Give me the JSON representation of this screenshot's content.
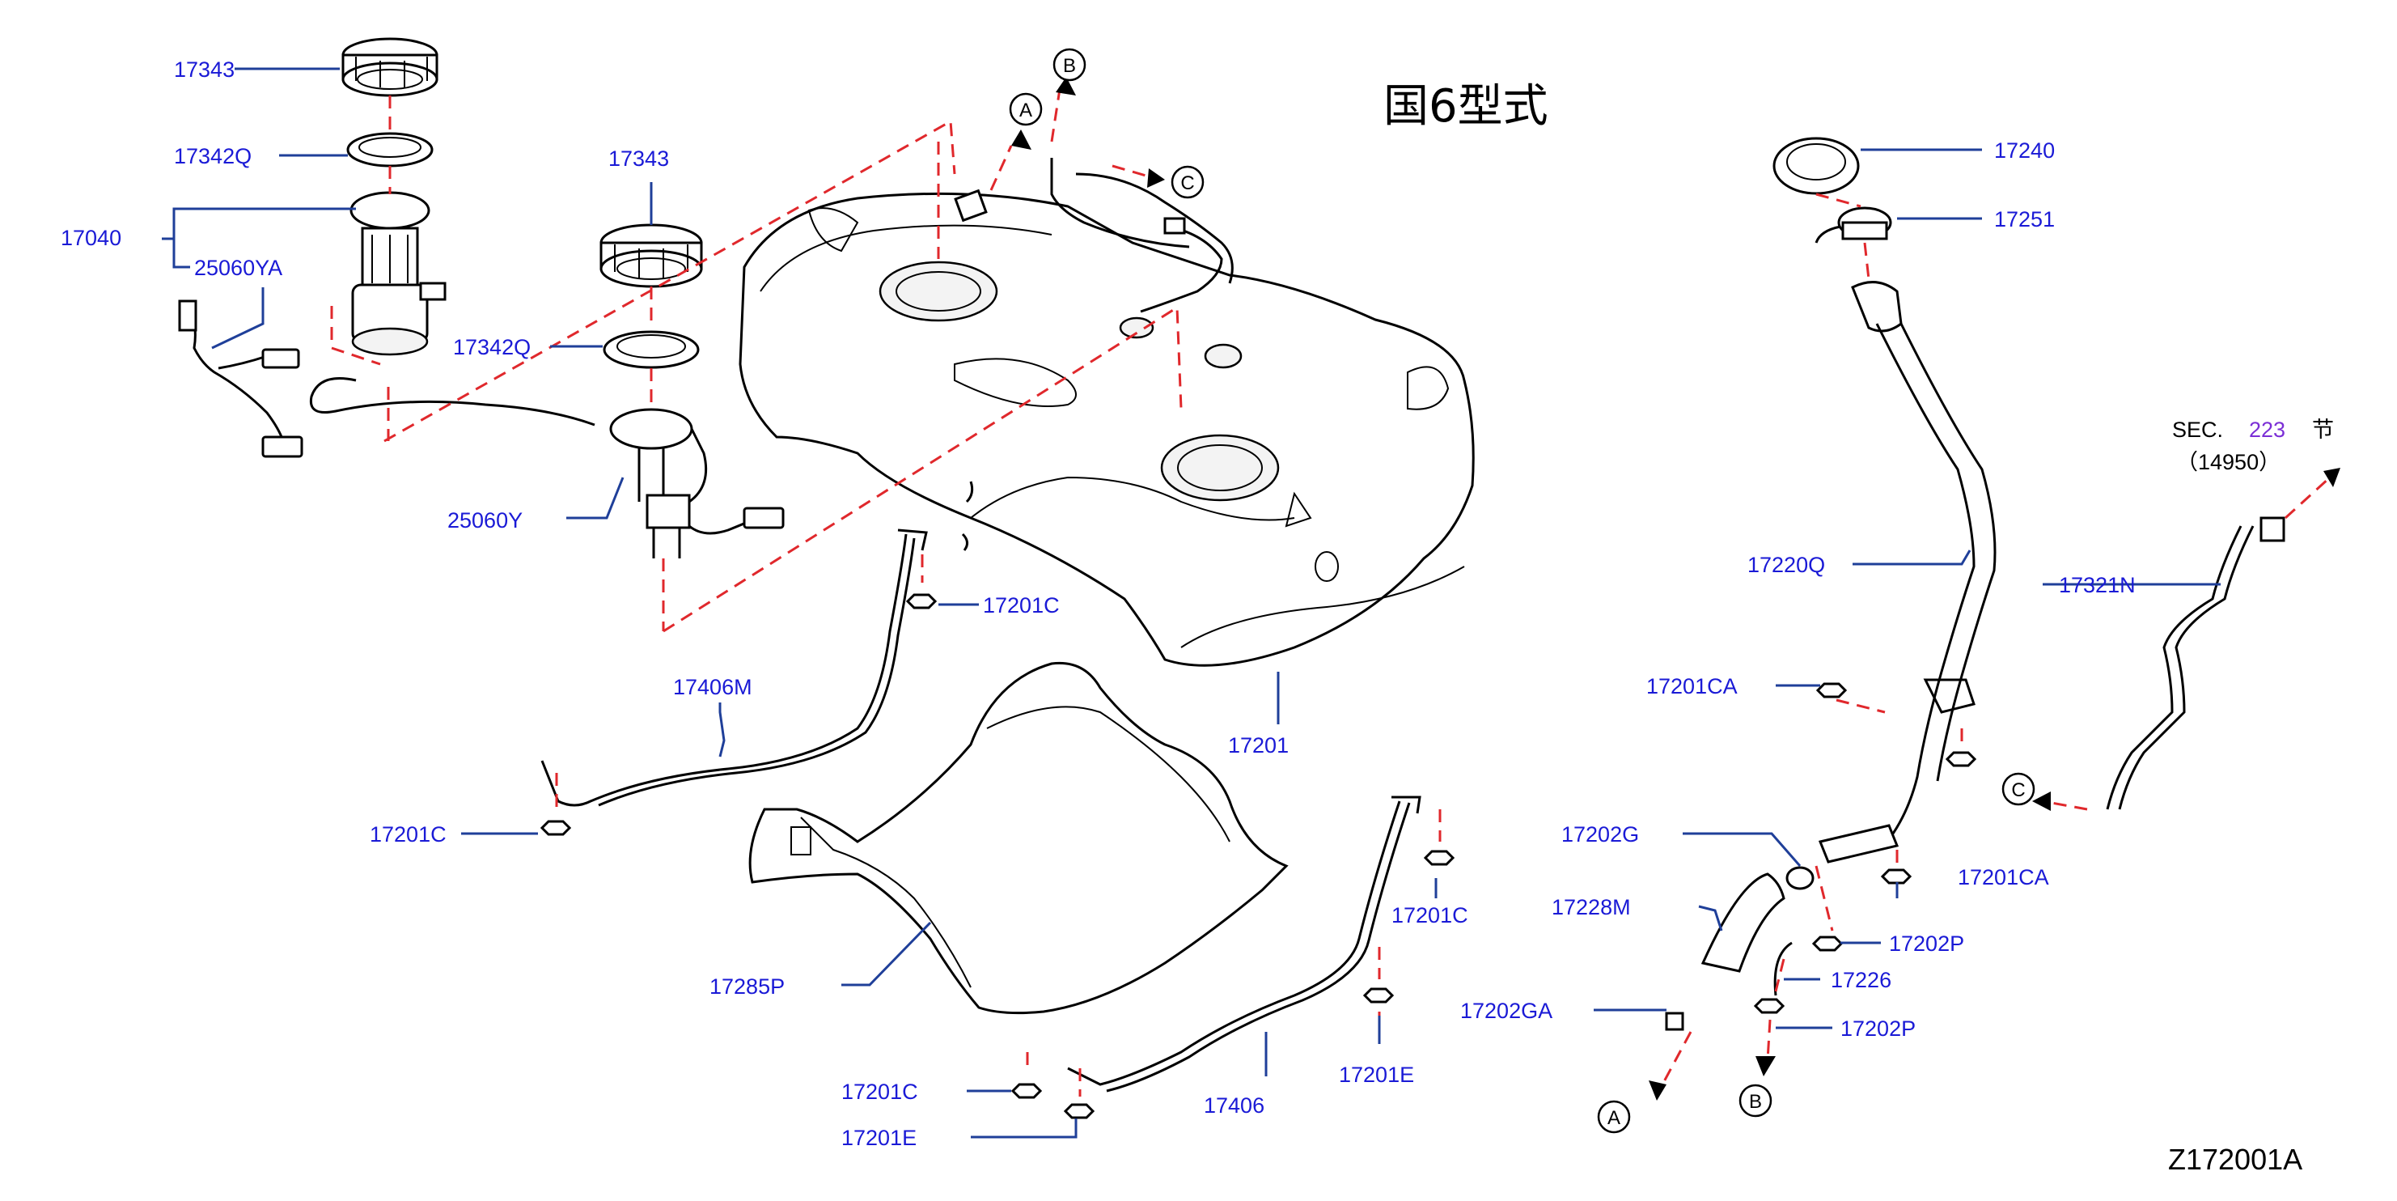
{
  "heading": "国6型式",
  "drawing_code": "Z172001A",
  "section_ref": {
    "prefix": "SEC.",
    "number": "223",
    "suffix": "节",
    "sub": "（14950）"
  },
  "colors": {
    "label": "#1a1ad6",
    "leader": "#1f3f99",
    "dashed_guide": "#e0282c",
    "section_number": "#7b2fd6"
  },
  "connectors": [
    "A",
    "B",
    "C"
  ],
  "part_labels": {
    "p17343_top": "17343",
    "p17342Q_top": "17342Q",
    "p17040": "17040",
    "p25060YA": "25060YA",
    "p17343_mid": "17343",
    "p17342Q_mid": "17342Q",
    "p25060Y": "25060Y",
    "p17201C_1": "17201C",
    "p17406M": "17406M",
    "p17201C_2": "17201C",
    "p17201": "17201",
    "p17285P": "17285P",
    "p17201C_3": "17201C",
    "p17201E_1": "17201E",
    "p17406": "17406",
    "p17201C_4": "17201C",
    "p17201E_2": "17201E",
    "p17240": "17240",
    "p17251": "17251",
    "p17220Q": "17220Q",
    "p17201CA_1": "17201CA",
    "p17202G": "17202G",
    "p17201CA_2": "17201CA",
    "p17228M": "17228M",
    "p17202P_1": "17202P",
    "p17226": "17226",
    "p17202GA": "17202GA",
    "p17202P_2": "17202P",
    "p17321N": "17321N"
  }
}
